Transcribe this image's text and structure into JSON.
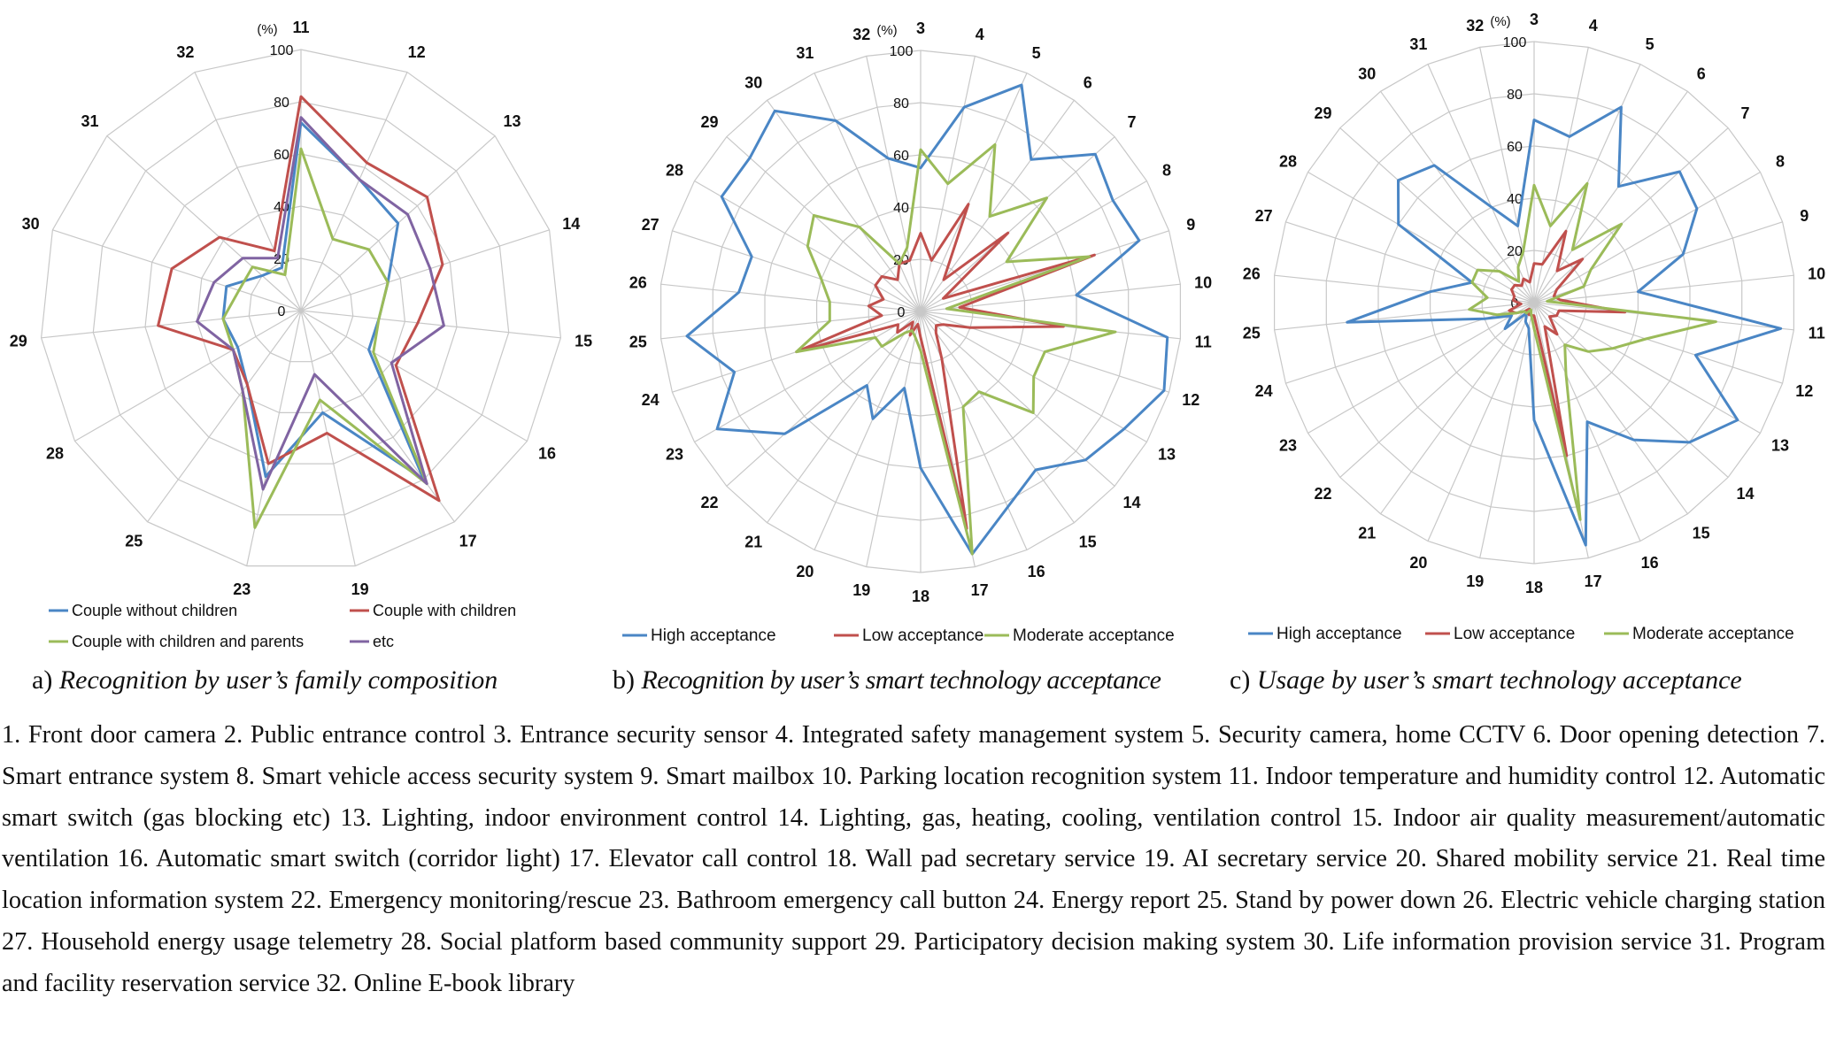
{
  "chart_data": [
    {
      "type": "radar",
      "unit_label": "(%)",
      "axis_ticks": [
        0,
        20,
        40,
        60,
        80,
        100
      ],
      "rlim": [
        0,
        100
      ],
      "categories": [
        "11",
        "12",
        "13",
        "14",
        "15",
        "16",
        "17",
        "19",
        "23",
        "25",
        "28",
        "29",
        "30",
        "31",
        "32"
      ],
      "legend_placement": "bottom",
      "caption_prefix": "a) ",
      "caption": "Recognition by user’s family composition",
      "series": [
        {
          "name": "Couple without children",
          "color": "#4a86c5",
          "values": [
            72,
            55,
            50,
            35,
            30,
            30,
            80,
            40,
            65,
            35,
            28,
            30,
            30,
            20,
            18
          ]
        },
        {
          "name": "Couple with children",
          "color": "#c0504d",
          "values": [
            82,
            62,
            65,
            57,
            45,
            42,
            90,
            48,
            60,
            35,
            30,
            55,
            52,
            42,
            25
          ]
        },
        {
          "name": "Couple with children and parents",
          "color": "#9bbb59",
          "values": [
            62,
            30,
            35,
            35,
            30,
            32,
            82,
            35,
            85,
            38,
            30,
            30,
            25,
            25,
            15
          ]
        },
        {
          "name": "etc",
          "color": "#8064a2",
          "values": [
            74,
            55,
            55,
            52,
            55,
            40,
            82,
            25,
            70,
            38,
            30,
            40,
            35,
            30,
            22
          ]
        }
      ]
    },
    {
      "type": "radar",
      "unit_label": "(%)",
      "axis_ticks": [
        0,
        20,
        40,
        60,
        80,
        100
      ],
      "rlim": [
        0,
        100
      ],
      "categories": [
        "3",
        "4",
        "5",
        "6",
        "7",
        "8",
        "9",
        "10",
        "11",
        "12",
        "13",
        "14",
        "15",
        "16",
        "17",
        "18",
        "19",
        "20",
        "21",
        "22",
        "23",
        "24",
        "25",
        "26",
        "27",
        "28",
        "29",
        "30",
        "31",
        "32"
      ],
      "legend_placement": "bottom",
      "caption_prefix": "b) ",
      "caption": "Recognition by user’s smart technology acceptance",
      "series": [
        {
          "name": "High acceptance",
          "color": "#4a86c5",
          "values": [
            55,
            80,
            95,
            72,
            90,
            85,
            88,
            60,
            95,
            98,
            90,
            85,
            75,
            82,
            95,
            60,
            30,
            45,
            35,
            70,
            90,
            75,
            90,
            70,
            68,
            88,
            88,
            95,
            80,
            60
          ]
        },
        {
          "name": "Low acceptance",
          "color": "#c0504d",
          "values": [
            30,
            20,
            45,
            15,
            45,
            10,
            70,
            15,
            55,
            20,
            10,
            8,
            10,
            20,
            85,
            10,
            5,
            10,
            5,
            12,
            10,
            50,
            15,
            20,
            15,
            20,
            20,
            15,
            20,
            20
          ]
        },
        {
          "name": "Moderate acceptance",
          "color": "#9bbb59",
          "values": [
            62,
            50,
            70,
            45,
            65,
            38,
            68,
            10,
            75,
            50,
            50,
            58,
            38,
            40,
            95,
            15,
            10,
            8,
            10,
            20,
            20,
            50,
            35,
            35,
            40,
            50,
            55,
            40,
            20,
            25
          ]
        }
      ]
    },
    {
      "type": "radar",
      "unit_label": "(%)",
      "axis_ticks": [
        0,
        20,
        40,
        60,
        80,
        100
      ],
      "rlim": [
        0,
        100
      ],
      "categories": [
        "3",
        "4",
        "5",
        "6",
        "7",
        "8",
        "9",
        "10",
        "11",
        "12",
        "13",
        "14",
        "15",
        "16",
        "17",
        "18",
        "19",
        "20",
        "21",
        "22",
        "23",
        "24",
        "25",
        "26",
        "27",
        "28",
        "29",
        "30",
        "31",
        "32"
      ],
      "legend_placement": "bottom",
      "caption_prefix": "c) ",
      "caption": "Usage by user’s smart technology acceptance",
      "series": [
        {
          "name": "High acceptance",
          "color": "#4a86c5",
          "values": [
            70,
            65,
            82,
            55,
            75,
            72,
            60,
            40,
            95,
            65,
            90,
            80,
            65,
            50,
            95,
            45,
            10,
            8,
            5,
            15,
            10,
            20,
            72,
            40,
            25,
            60,
            70,
            65,
            40,
            30
          ]
        },
        {
          "name": "Low acceptance",
          "color": "#c0504d",
          "values": [
            15,
            15,
            30,
            15,
            25,
            10,
            8,
            10,
            35,
            10,
            10,
            8,
            15,
            10,
            60,
            5,
            5,
            5,
            3,
            5,
            8,
            10,
            5,
            8,
            8,
            10,
            10,
            8,
            10,
            8
          ]
        },
        {
          "name": "Moderate acceptance",
          "color": "#9bbb59",
          "values": [
            45,
            30,
            50,
            25,
            45,
            25,
            20,
            5,
            70,
            45,
            35,
            28,
            20,
            30,
            85,
            10,
            5,
            3,
            5,
            5,
            8,
            15,
            25,
            18,
            25,
            25,
            18,
            10,
            15,
            20
          ]
        }
      ]
    }
  ],
  "items_text": "1. Front door camera  2. Public entrance control  3. Entrance security sensor  4. Integrated safety management system  5. Security camera, home CCTV  6. Door opening detection  7. Smart entrance system  8. Smart vehicle access security system  9. Smart mailbox  10. Parking location recognition system  11. Indoor temperature and humidity control  12. Automatic smart switch (gas blocking etc)  13. Lighting, indoor environment control  14. Lighting, gas, heating, cooling, ventilation control  15. Indoor air quality measurement/automatic ventilation  16. Automatic smart switch (corridor light)  17. Elevator call control  18. Wall pad secretary service  19. AI secretary service  20. Shared mobility service  21. Real time location information system  22. Emergency monitoring/rescue  23. Bathroom emergency call button  24. Energy report  25. Stand by power down  26. Electric vehicle charging station  27. Household energy usage telemetry  28. Social platform based community support  29. Participatory decision making system  30. Life information provision service  31. Program and facility reservation service  32. Online E-book library"
}
